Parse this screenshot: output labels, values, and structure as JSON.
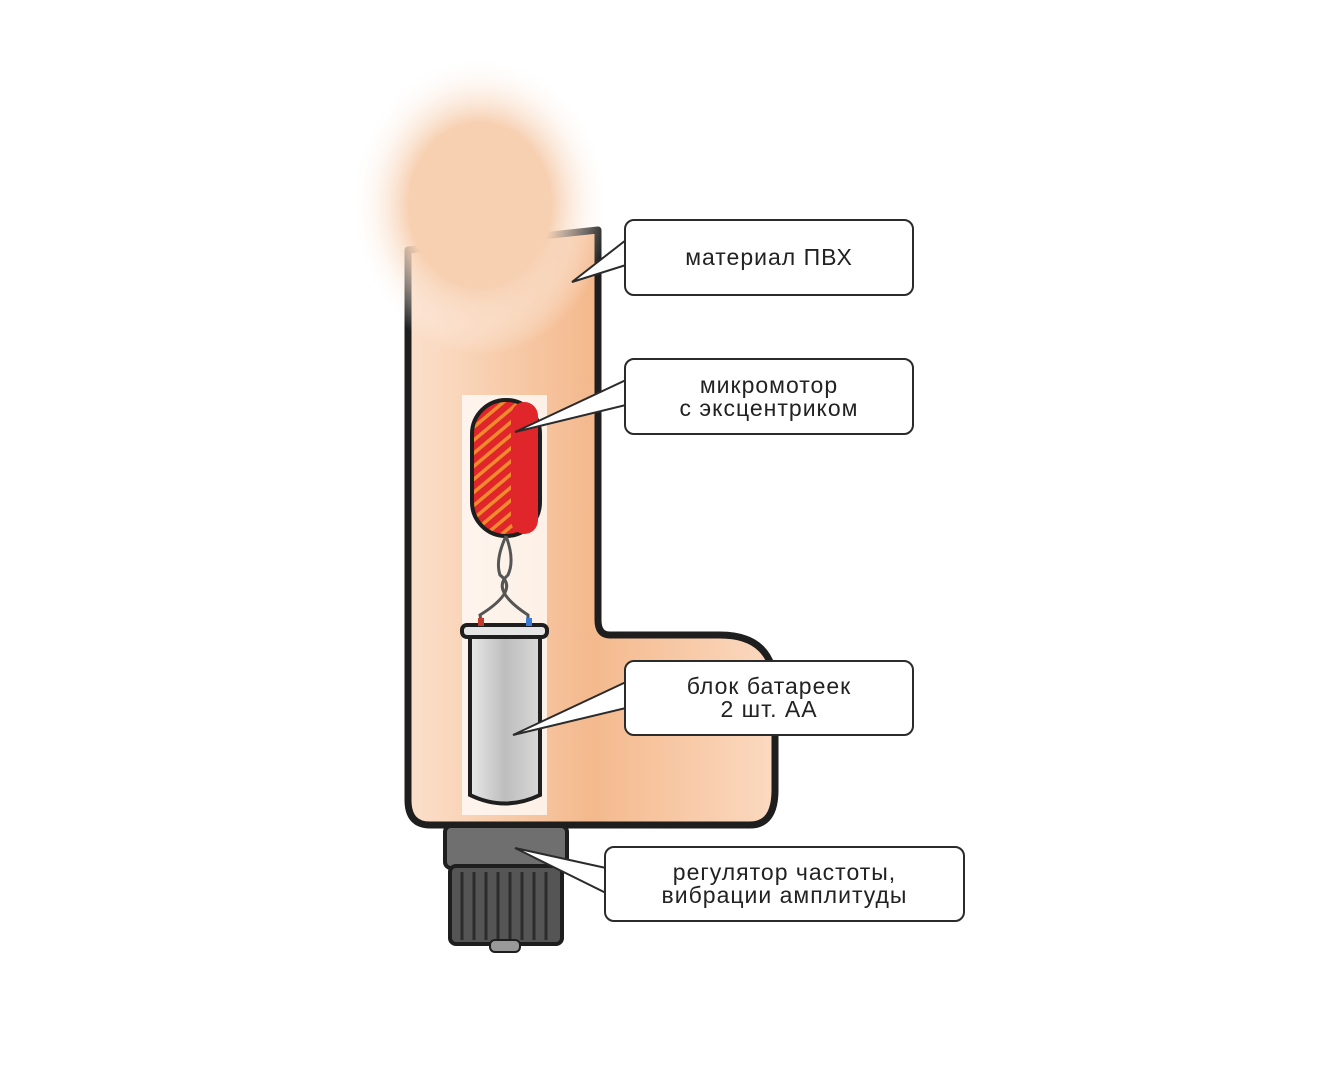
{
  "labels": {
    "material": "материал ПВХ",
    "motor_line1": "микромотор",
    "motor_line2": "с эксцентриком",
    "battery_line1": "блок батареек",
    "battery_line2": "2 шт. АА",
    "regulator_line1": "регулятор частоты,",
    "regulator_line2": "вибрации амплитуды"
  },
  "colors": {
    "body": "#f6c29c",
    "outline": "#1e1e1e",
    "motor": "#e0262a",
    "battery": "#c9c9c9",
    "knob": "#555555"
  }
}
